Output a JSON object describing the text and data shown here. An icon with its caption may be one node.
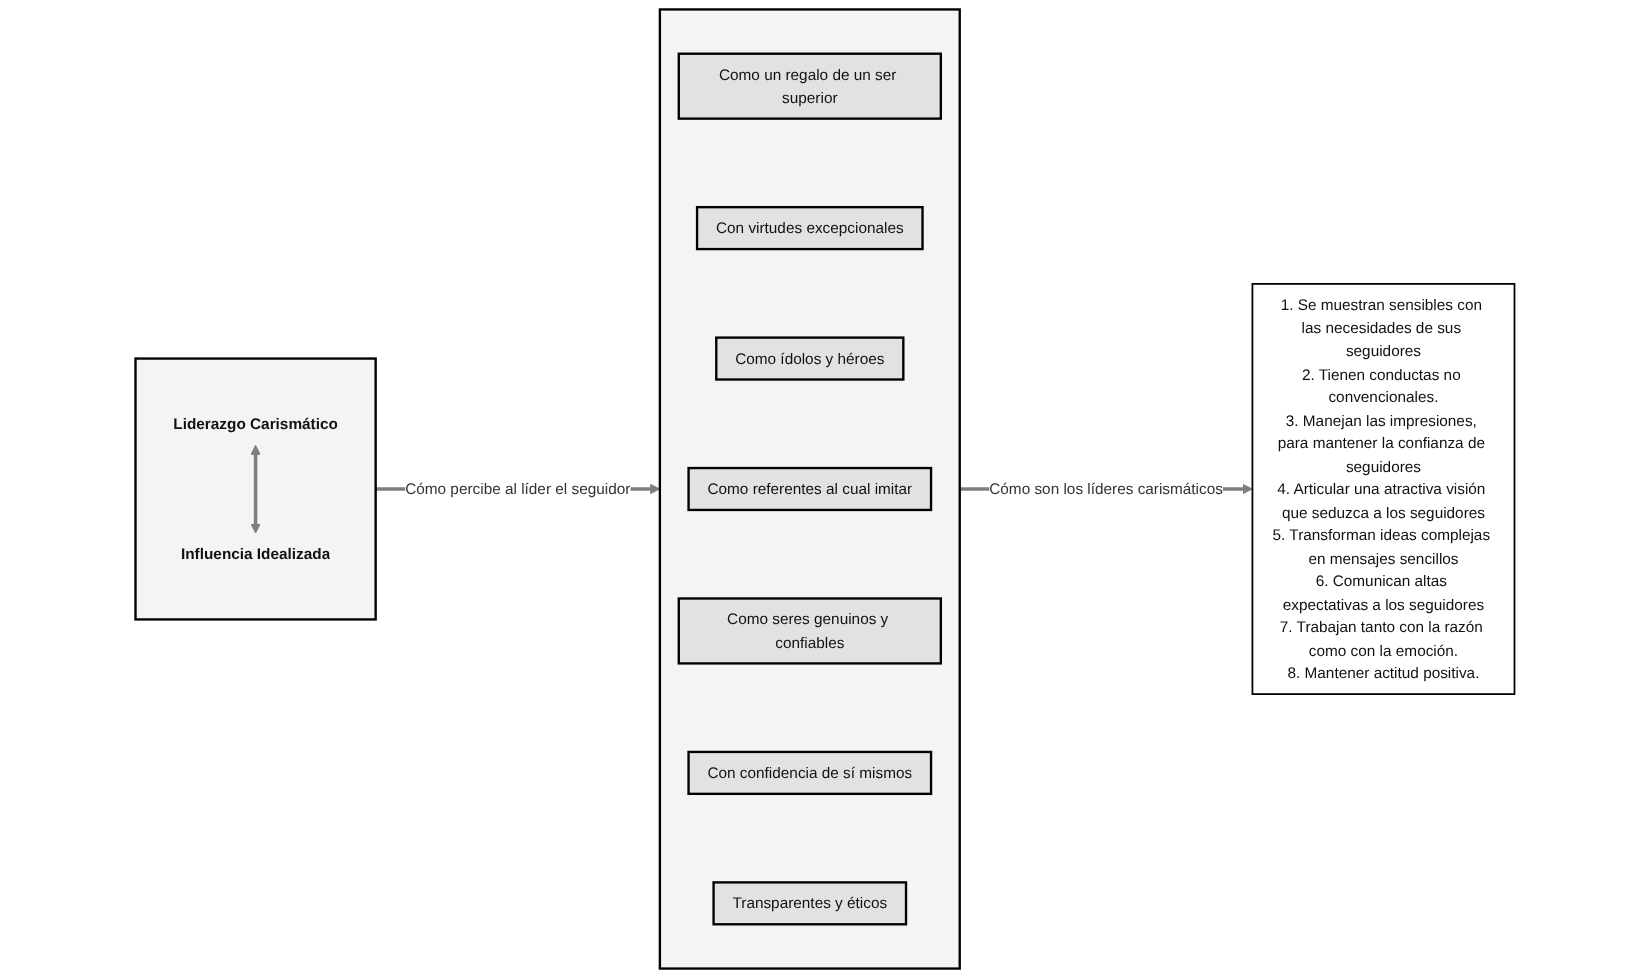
{
  "diagram": {
    "nodes": [
      {
        "text": [],
        "shape": "box"
      },
      {
        "text": [
          "Liderazgo Carismático"
        ],
        "in": 0
      },
      {
        "text": [
          "Influencia Idealizada"
        ],
        "in": 0
      },
      {
        "text": [],
        "shape": "box"
      },
      {
        "text": [
          "Como un regalo de un ser superior"
        ],
        "in": 3
      },
      {
        "text": [
          "Con virtudes excepcionales"
        ],
        "in": 3
      },
      {
        "text": [
          "Como ídolos y héroes"
        ],
        "in": 3
      },
      {
        "text": [
          "Como referentes al cual imitar"
        ],
        "in": 3
      },
      {
        "text": [
          "Como seres genuinos y confiables"
        ],
        "in": 3
      },
      {
        "text": [
          "Con confidencia de sí mismos"
        ],
        "in": 3
      },
      {
        "text": [
          "Transparentes y éticos"
        ],
        "in": 3
      },
      {
        "text": [
          "1. Se muestran sensibles con las necesidades de sus seguidores",
          "2. Tienen conductas no convencionales.",
          "3. Manejan las impresiones, para mantener la confianza de seguidores",
          "4. Articular una atractiva visión que seduzca a los seguidores",
          "5. Transforman ideas complejas en mensajes sencillos",
          "6. Comunican altas expectativas a los seguidores",
          "7. Trabajan tanto con la razón como con la emoción.",
          "8. Mantener actitud positiva."
        ]
      }
    ],
    "edges": [
      {
        "from": 1,
        "to": 2,
        "arrow": "both"
      },
      {
        "from": 0,
        "to": 3,
        "arrow": "to",
        "label": "Cómo percibe al líder el seguidor"
      },
      {
        "from": 3,
        "to": 11,
        "arrow": "to",
        "label": "Cómo son los líderes carismáticos"
      }
    ]
  }
}
